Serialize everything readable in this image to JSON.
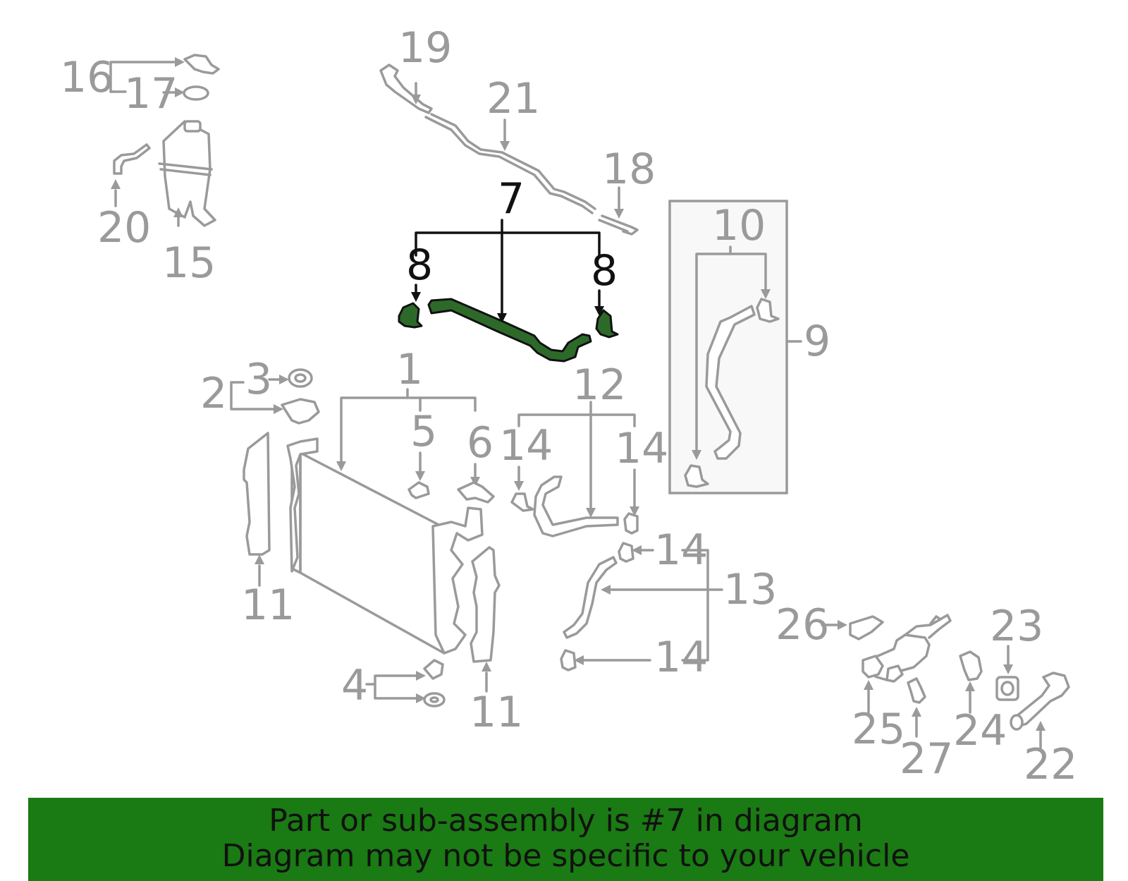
{
  "colors": {
    "banner": "#1a7a13",
    "highlight": "#2d6a2a",
    "parts": "#9a9a9a",
    "callout": "#111111"
  },
  "callouts": {
    "n1": "1",
    "n2": "2",
    "n3": "3",
    "n4": "4",
    "n5": "5",
    "n6": "6",
    "n7": "7",
    "n8": "8",
    "n9": "9",
    "n10": "10",
    "n11": "11",
    "n12": "12",
    "n13": "13",
    "n14": "14",
    "n15": "15",
    "n16": "16",
    "n17": "17",
    "n18": "18",
    "n19": "19",
    "n20": "20",
    "n21": "21",
    "n22": "22",
    "n23": "23",
    "n24": "24",
    "n25": "25",
    "n26": "26",
    "n27": "27"
  },
  "banner": {
    "line1": "Part or sub-assembly is #7 in diagram",
    "line2": "Diagram may not be specific to your vehicle"
  }
}
